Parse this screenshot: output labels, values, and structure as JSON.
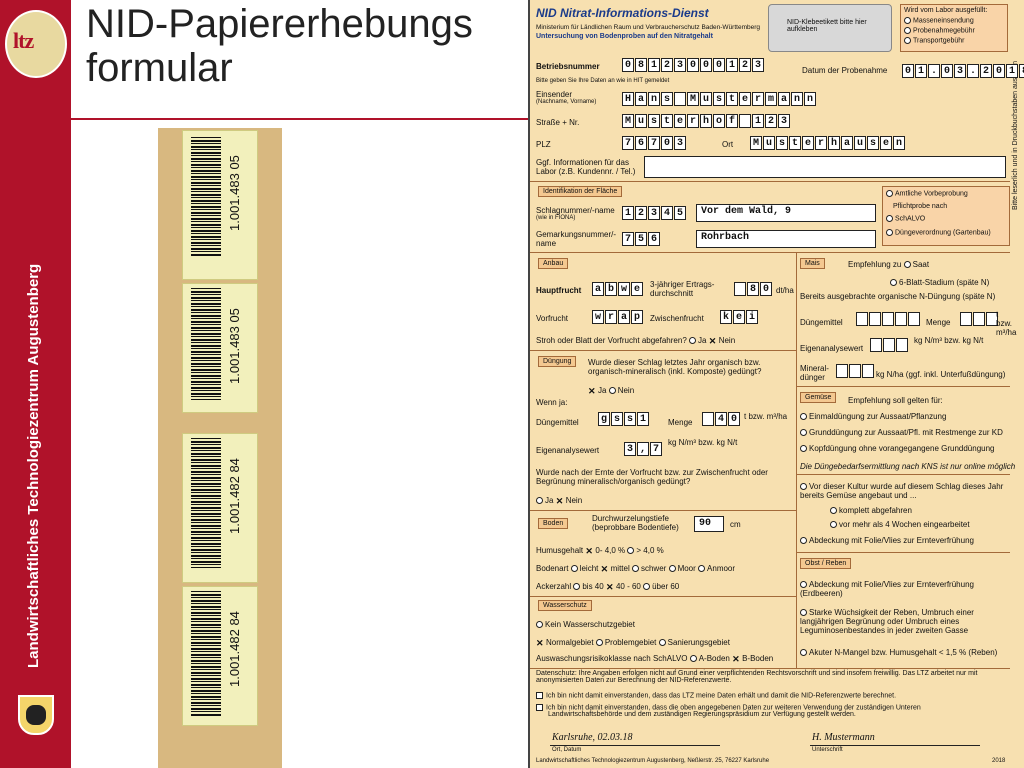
{
  "slide": {
    "title_line1": "NID-Papiererhebungs",
    "title_line2": "formular",
    "sidebar_text": "Landwirtschaftliches Technologiezentrum Augustenberg",
    "logo_text": "ltz"
  },
  "barcodes": [
    "1.001.483 05",
    "1.001.483 05",
    "1.001.482 84",
    "1.001.482 84"
  ],
  "form": {
    "header_title": "NID Nitrat-Informations-Dienst",
    "header_ministry": "Ministerium für Ländlichen Raum und Verbraucherschutz Baden-Württemberg",
    "header_subtitle": "Untersuchung von Bodenproben auf den Nitratgehalt",
    "sticker_box": "NID-Klebeetikett bitte hier aufkleben",
    "lab_box_title": "Wird vom Labor ausgefüllt:",
    "lab_options": [
      "Masseneinsendung",
      "Probenahmegebühr",
      "Transportgebühr"
    ],
    "betriebsnummer_label": "Betriebsnummer",
    "betriebsnummer": [
      "0",
      "8",
      "1",
      "2",
      "3",
      "0",
      "0",
      "0",
      "1",
      "2",
      "3"
    ],
    "betriebsnummer_hint": "Bitte geben Sie Ihre Daten an wie in HIT gemeldet",
    "datum_label": "Datum der Probenahme",
    "datum": [
      "0",
      "1",
      ".",
      "0",
      "3",
      ".",
      "2",
      "0",
      "1",
      "8"
    ],
    "einsender_label": "Einsender",
    "einsender_hint": "(Nachname, Vorname)",
    "einsender": [
      "H",
      "a",
      "n",
      "s",
      "",
      "M",
      "u",
      "s",
      "t",
      "e",
      "r",
      "m",
      "a",
      "n",
      "n"
    ],
    "strasse_label": "Straße + Nr.",
    "strasse": [
      "M",
      "u",
      "s",
      "t",
      "e",
      "r",
      "h",
      "o",
      "f",
      "",
      "1",
      "2",
      "3"
    ],
    "plz_label": "PLZ",
    "plz": [
      "7",
      "6",
      "7",
      "0",
      "3"
    ],
    "ort_label": "Ort",
    "ort": [
      "M",
      "u",
      "s",
      "t",
      "e",
      "r",
      "h",
      "a",
      "u",
      "s",
      "e",
      "n"
    ],
    "info_label": "Ggf. Informationen für das Labor (z.B. Kundennr. / Tel.)",
    "side_note": "Bitte leserlich und in Druckbuchstaben ausfüllen",
    "identifikation_label": "Identifikation der Fläche",
    "schlag_label": "Schlagnummer/-name",
    "schlag_hint": "(wie in FIONA)",
    "schlag": [
      "1",
      "2",
      "3",
      "4",
      "5"
    ],
    "schlag_name": "Vor dem Wald, 9",
    "gemarkung_label": "Gemarkungsnummer/-name",
    "gemarkung": [
      "7",
      "5",
      "6"
    ],
    "gemarkung_name": "Rohrbach",
    "vorbeprobung_title": "Amtliche Vorbeprobung",
    "pflichtprobe": "Pflichtprobe nach",
    "schalvo": "SchALVO",
    "duengeverordnung": "Düngeverordnung (Gartenbau)",
    "anbau_label": "Anbau",
    "hauptfrucht_label": "Hauptfrucht",
    "hauptfrucht": [
      "a",
      "b",
      "w",
      "e"
    ],
    "ertrag_label": "3-jähriger Ertrags-durchschnitt",
    "ertrag": [
      "",
      "8",
      "0"
    ],
    "ertrag_unit": "dt/ha",
    "vorfrucht_label": "Vorfrucht",
    "vorfrucht": [
      "w",
      "r",
      "a",
      "p"
    ],
    "zwischenfrucht_label": "Zwischenfrucht",
    "zwischenfrucht": [
      "k",
      "e",
      "i"
    ],
    "stroh_label": "Stroh oder Blatt der Vorfrucht abgefahren?",
    "ja": "Ja",
    "nein": "Nein",
    "duengung_label": "Düngung",
    "duengung_question": "Wurde dieser Schlag letztes Jahr organisch bzw. organisch-mineralisch (inkl. Komposte) gedüngt?",
    "wenn_ja": "Wenn ja:",
    "duengemittel_label": "Düngemittel",
    "duengemittel": [
      "g",
      "s",
      "s",
      "1"
    ],
    "menge_label": "Menge",
    "menge": [
      "",
      "4",
      "0"
    ],
    "menge_unit": "t bzw. m³/ha",
    "eigenanalyse_label": "Eigenanalysewert",
    "eigenanalyse": [
      "3",
      ",",
      "7"
    ],
    "eigenanalyse_unit": "kg N/m³ bzw. kg N/t",
    "ernte_question": "Wurde nach der Ernte der Vorfrucht bzw. zur Zwischenfrucht oder Begrünung mineralisch/organisch gedüngt?",
    "boden_label": "Boden",
    "durchwurzelung_label": "Durchwurzelungstiefe (beprobbare Bodentiefe)",
    "durchwurzelung": "90",
    "durchwurzelung_unit": "cm",
    "humus_label": "Humusgehalt",
    "humus_opts": [
      "0- 4,0 %",
      "> 4,0 %"
    ],
    "bodenart_label": "Bodenart",
    "bodenart_opts": [
      "leicht",
      "mittel",
      "schwer",
      "Moor",
      "Anmoor"
    ],
    "ackerzahl_label": "Ackerzahl",
    "ackerzahl_opts": [
      "bis 40",
      "40 - 60",
      "über 60"
    ],
    "wasserschutz_label": "Wasserschutz",
    "kein_wsg": "Kein Wasserschutzgebiet",
    "normalgebiet": "Normalgebiet",
    "problemgebiet": "Problemgebiet",
    "sanierungsgebiet": "Sanierungsgebiet",
    "auswaschung_label": "Auswaschungsrisikoklasse nach SchALVO",
    "a_boden": "A-Boden",
    "b_boden": "B-Boden",
    "mais_label": "Mais",
    "mais_empfehlung": "Empfehlung zu",
    "saat": "Saat",
    "blatt_stadium": "6-Blatt-Stadium (späte N",
    "bereits_ausgebracht": "Bereits ausgebrachte organische N-Düngung (späte N",
    "mais_duengemittel": "Düngemittel",
    "mais_menge": "Menge",
    "mais_menge_unit": "t bzw. m³/ha",
    "mais_eigenanalyse": "Eigenanalysewert",
    "mais_eigen_unit": "kg N/m³ bzw. kg N/t",
    "mineral_label": "Mineral-dünger",
    "mineral_unit": "kg N/ha (ggf. inkl. Unterfußdüngung)",
    "gemuese_label": "Gemüse",
    "gemuese_empfehlung": "Empfehlung soll gelten für:",
    "gemuese_opts": [
      "Einmaldüngung zur Aussaat/Pflanzung",
      "Grunddüngung zur Aussaat/Pfl. mit Restmenge zur KD",
      "Kopfdüngung ohne vorangegangene Grunddüngung"
    ],
    "gemuese_note": "Die Düngebedarfsermittlung nach KNS ist nur online möglich",
    "vor_kultur": "Vor dieser Kultur wurde auf diesem Schlag dieses Jahr bereits Gemüse angebaut und ...",
    "komplett": "komplett abgefahren",
    "vor_mehr": "vor mehr als 4 Wochen eingearbeitet",
    "abdeckung": "Abdeckung mit Folie/Vlies zur Ernteverfrühung",
    "obst_label": "Obst / Reben",
    "obst_abdeckung": "Abdeckung mit Folie/Vlies zur Ernteverfrühung (Erdbeeren)",
    "starke": "Starke Wüchsigkeit der Reben, Umbruch einer langjährigen Begrünung oder Umbruch eines Leguminosenbestandes in jeder zweiten Gasse",
    "akuter": "Akuter N-Mangel bzw. Humusgehalt < 1,5 %  (Reben)",
    "datenschutz": "Datenschutz: Ihre Angaben erfolgen nicht auf Grund einer verpflichtenden Rechtsvorschrift und sind insofern freiwillig. Das LTZ arbeitet nur mit anonymisierten Daten zur Berechnung der NID-Referenzwerte.",
    "consent1": "Ich bin nicht damit einverstanden, dass das LTZ meine Daten erhält und damit die NID-Referenzwerte berechnet.",
    "consent2": "Ich bin nicht damit einverstanden, dass die oben angegebenen Daten zur weiteren Verwendung der zuständigen Unteren Landwirtschaftsbehörde und dem zuständigen Regierungspräsidium zur Verfügung gestellt werden.",
    "ort_datum_value": "Karlsruhe, 02.03.18",
    "ort_datum_label": "Ort, Datum",
    "unterschrift_value": "H. Mustermann",
    "unterschrift_label": "Unterschrift",
    "footer": "Landwirtschaftliches Technologiezentrum Augustenberg, Neßlerstr. 25, 76227 Karlsruhe",
    "footer_year": "2018"
  }
}
